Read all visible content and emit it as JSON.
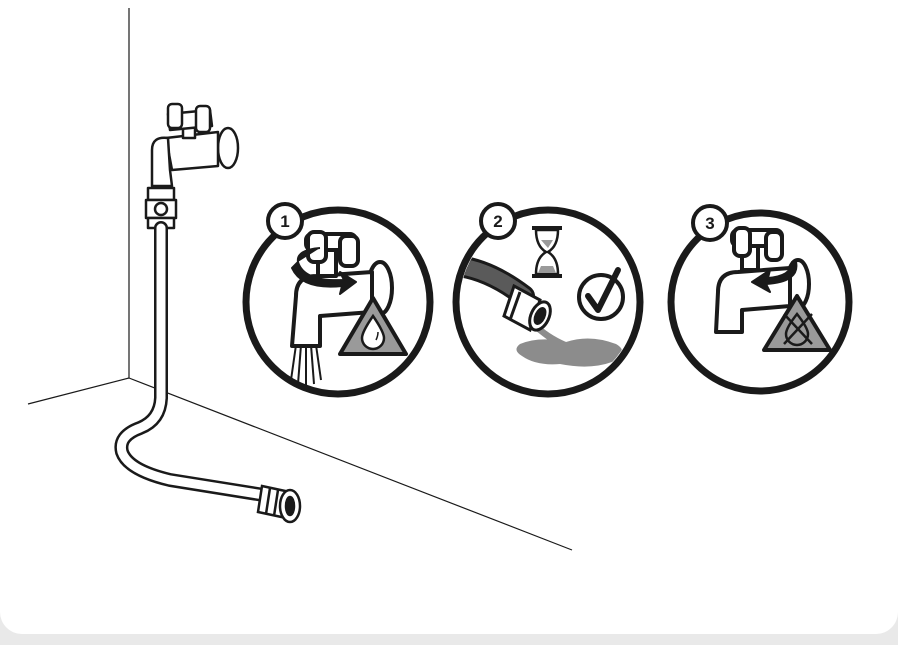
{
  "steps": [
    {
      "number": "1",
      "icon": "tap-open-water-icon"
    },
    {
      "number": "2",
      "icon": "hose-flush-wait-icon"
    },
    {
      "number": "3",
      "icon": "tap-close-icon"
    }
  ],
  "colors": {
    "ink": "#1a1a1a",
    "triangle_fill": "#9a9a9a",
    "puddle": "#8c8c8c",
    "panel": "#ffffff",
    "background": "#e9e9e9"
  }
}
